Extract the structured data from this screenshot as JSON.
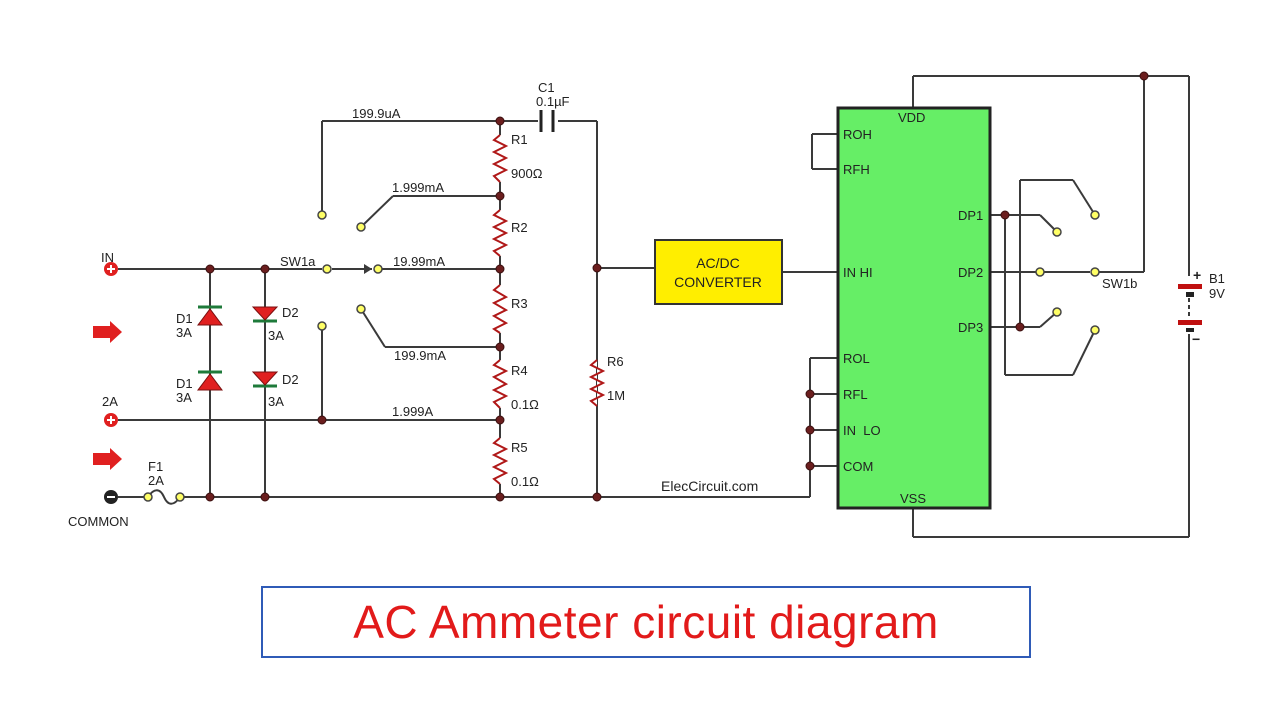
{
  "labels": {
    "in": "IN",
    "two_a": "2A",
    "common": "COMMON",
    "sw1a": "SW1a",
    "sw1b": "SW1b",
    "range_199_9ua": "199.9uA",
    "range_1_999ma": "1.999mA",
    "range_19_99ma": "19.99mA",
    "range_199_9ma": "199.9mA",
    "range_1_999a": "1.999A",
    "c1": "C1",
    "c1_val": "0.1µF",
    "r1": "R1",
    "r1_val": "900Ω",
    "r2": "R2",
    "r3": "R3",
    "r4": "R4",
    "r4_val": "0.1Ω",
    "r5": "R5",
    "r5_val": "0.1Ω",
    "r6": "R6",
    "r6_val": "1M",
    "d1": "D1",
    "d1_val": "3A",
    "d2": "D2",
    "d2_val": "3A",
    "d1b": "D1",
    "d1b_val": "3A",
    "d2b": "D2",
    "d2b_val": "3A",
    "f1": "F1",
    "f1_val": "2A",
    "converter_line1": "AC/DC",
    "converter_line2": "CONVERTER",
    "website": "ElecCircuit.com",
    "b1": "B1",
    "b1_val": "9V",
    "plus": "+",
    "minus": "−"
  },
  "ic_pins": {
    "vdd": "VDD",
    "roh": "ROH",
    "rfh": "RFH",
    "in_hi": "IN HI",
    "rol": "ROL",
    "rfl": "RFL",
    "in_lo": "IN  LO",
    "com": "COM",
    "vss": "VSS",
    "dp1": "DP1",
    "dp2": "DP2",
    "dp3": "DP3"
  },
  "title": "AC Ammeter circuit diagram",
  "colors": {
    "ic_fill": "#66ee66",
    "converter_fill": "#ffee00",
    "title_color": "#e21a1a",
    "title_border": "#2f5bb7",
    "diode_fill": "#e02020",
    "resistor_color": "#b01818"
  }
}
